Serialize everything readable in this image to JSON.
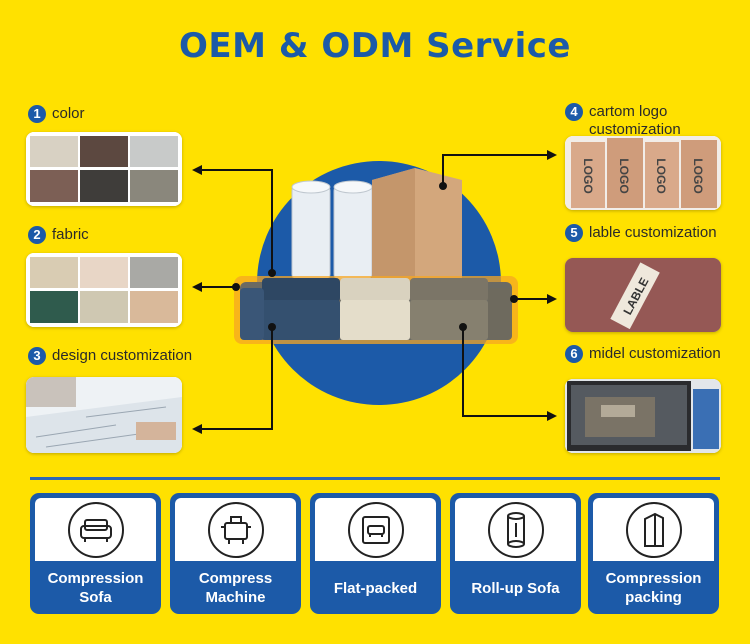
{
  "title": "OEM & ODM Service",
  "options": [
    {
      "num": "1",
      "label": "color"
    },
    {
      "num": "2",
      "label": "fabric"
    },
    {
      "num": "3",
      "label": "design customization"
    },
    {
      "num": "4",
      "label": "cartom logo\ncustomization"
    },
    {
      "num": "5",
      "label": "lable customization"
    },
    {
      "num": "6",
      "label": "midel customization"
    }
  ],
  "card_text": {
    "logo": "LOGO",
    "lable": "LABLE"
  },
  "services": [
    {
      "label": "Compression Sofa",
      "icon": "sofa-icon"
    },
    {
      "label": "Compress Machine",
      "icon": "machine-icon"
    },
    {
      "label": "Flat-packed",
      "icon": "flat-pack-icon"
    },
    {
      "label": "Roll-up Sofa",
      "icon": "roll-icon"
    },
    {
      "label": "Compression packing",
      "icon": "box-icon"
    }
  ],
  "colors": {
    "background": "#FFE100",
    "brand_blue": "#1C5AA8"
  }
}
